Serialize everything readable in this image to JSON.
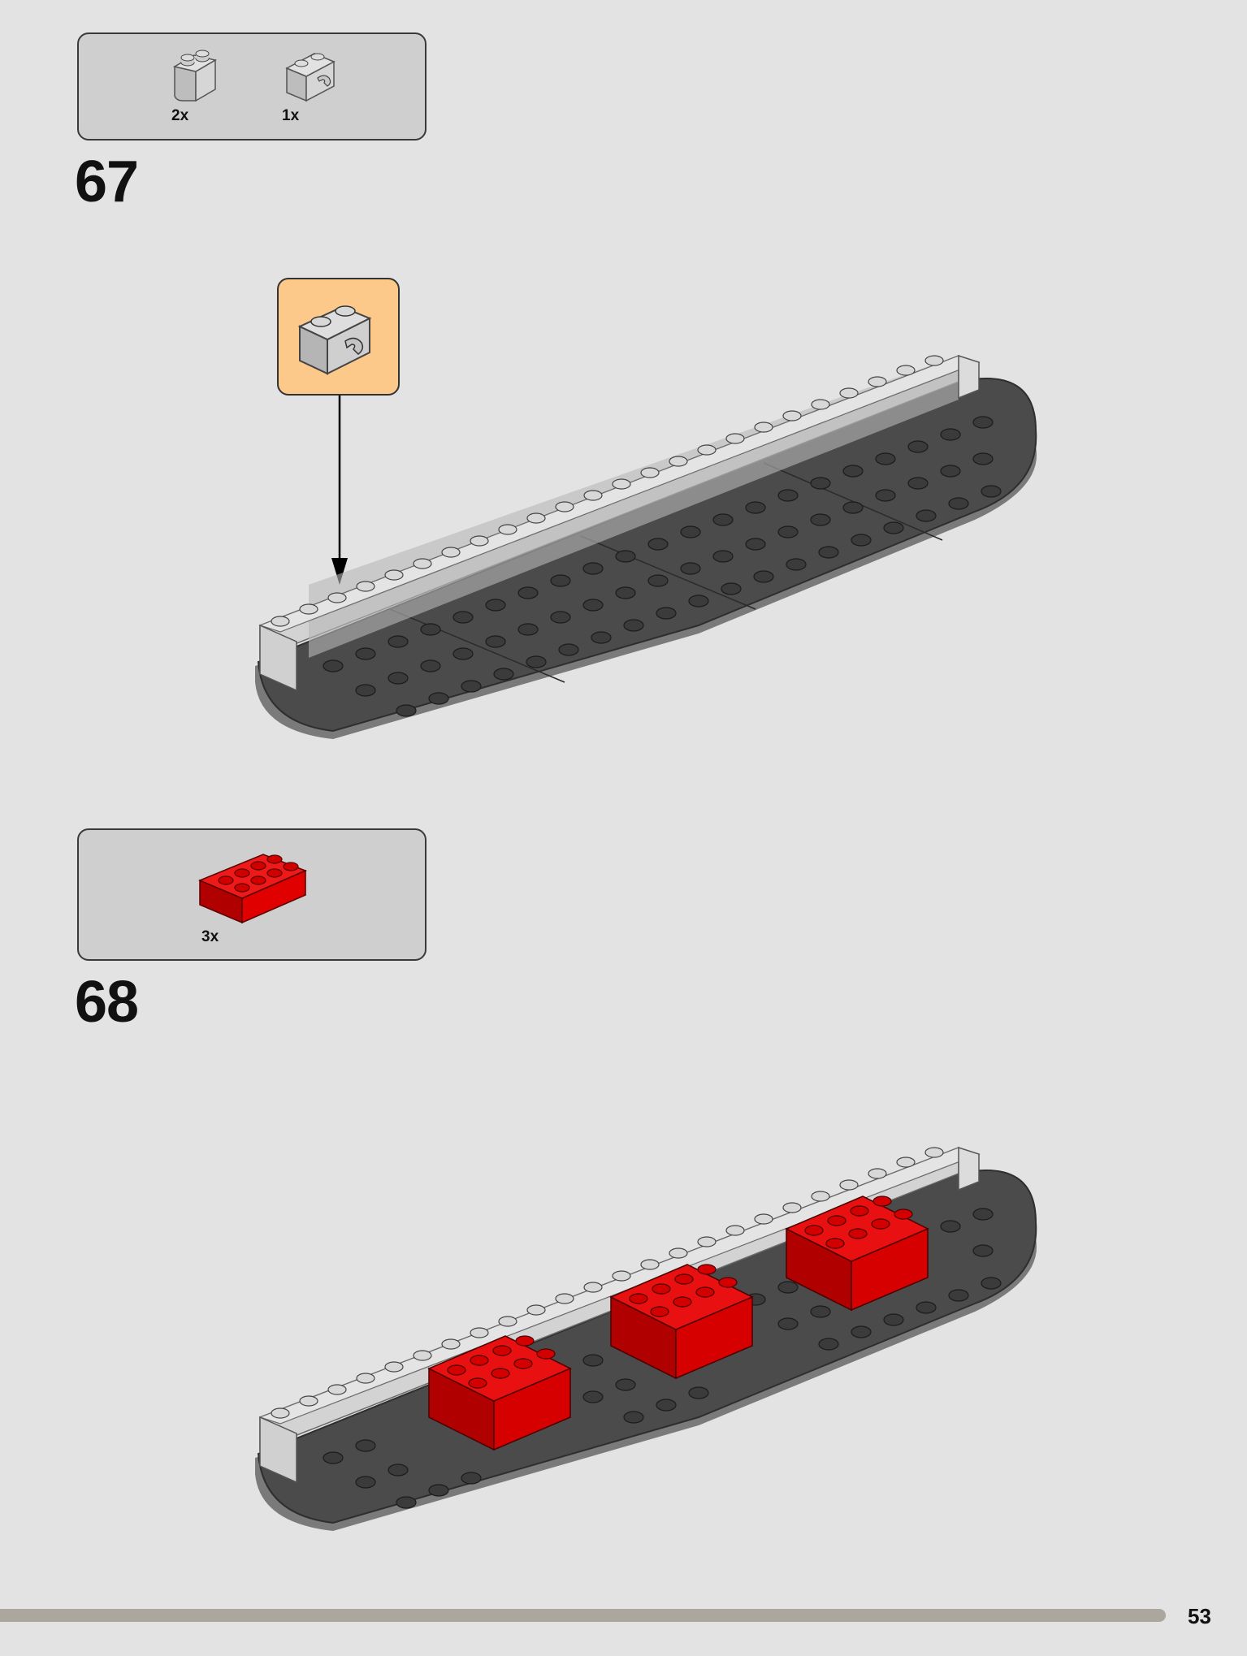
{
  "steps": [
    {
      "number": "67",
      "parts": [
        {
          "quantity": "2x",
          "part": "light-gray-1x2-brick-rounded-icon"
        },
        {
          "quantity": "1x",
          "part": "light-gray-1x2-brick-with-clip-icon"
        }
      ],
      "callout_part": "light-gray-1x2-brick-with-clip-icon"
    },
    {
      "number": "68",
      "parts": [
        {
          "quantity": "3x",
          "part": "red-2x4-brick-icon"
        }
      ]
    }
  ],
  "footer": {
    "page_number": "53"
  },
  "colors": {
    "background": "#e3e3e3",
    "parts_box": "#cfcfcf",
    "callout": "#fcc98a",
    "dark_plate": "#4b4b4b",
    "light_gray_brick": "#c9c9c9",
    "red_brick": "#d40000",
    "footer_bar": "#aba69e"
  }
}
